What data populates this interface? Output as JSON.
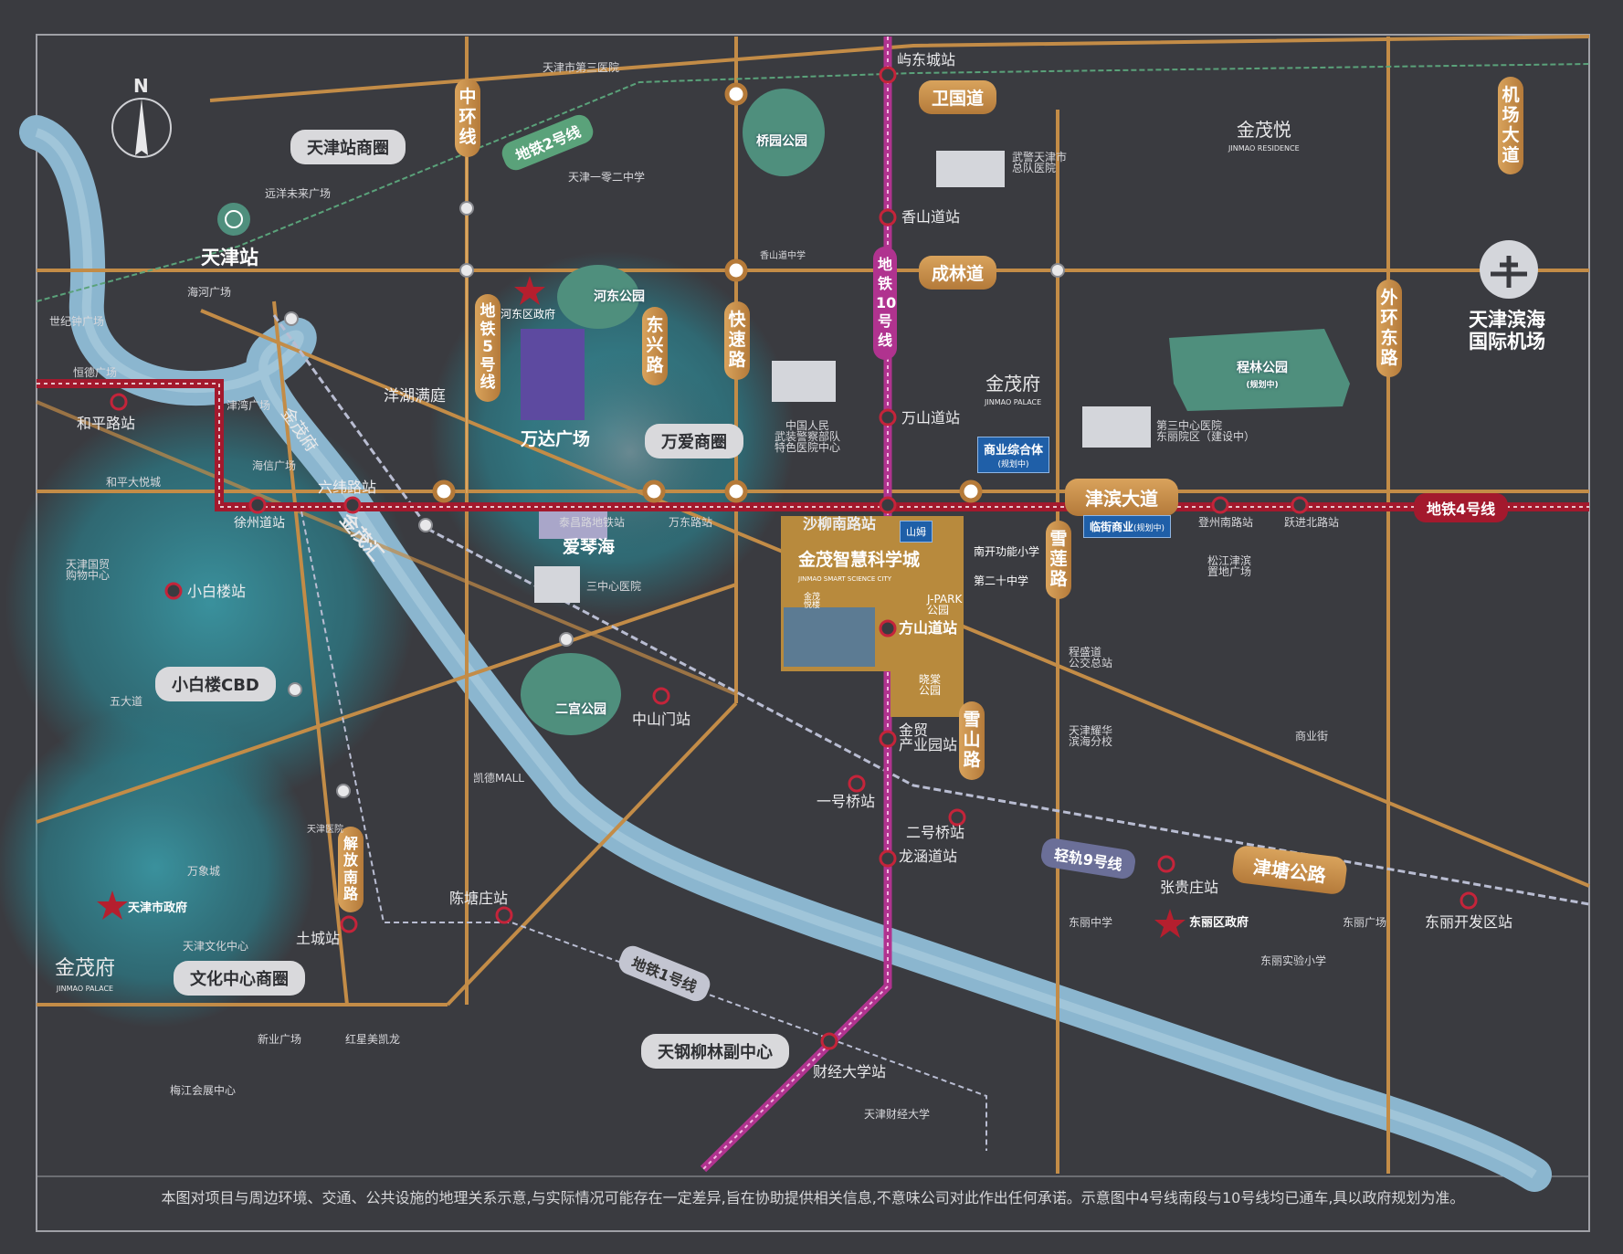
{
  "compass": {
    "label": "N"
  },
  "areas": {
    "tianjin_station_circle": "天津站商圈",
    "wanai": "万爱商圈",
    "xiaobailou": "小白楼CBD",
    "culture_center": "文化中心商圈",
    "tiangang": "天钢柳林副中心"
  },
  "roads": {
    "zhonghuan": "中环线",
    "weiguo": "卫国道",
    "chenglin": "成林道",
    "dongxing": "东兴路",
    "kuaisu": "快速路",
    "jichang": "机场大道",
    "waihuan": "外环东路",
    "jinbin": "津滨大道",
    "xuelian": "雪莲路",
    "xueshan": "雪山路",
    "jiefang": "解放南路",
    "jintang": "津塘公路"
  },
  "metro": {
    "line2": "地铁2号线",
    "line5": "地铁5号线",
    "line10": "地铁10号线",
    "line4": "地铁4号线",
    "line9": "轻轨9号线",
    "line1": "地铁1号线"
  },
  "stations": {
    "yudongcheng": "屿东城站",
    "xiangshandao": "香山道站",
    "wanshandao": "万山道站",
    "shaliunan": "沙柳南路站",
    "fangshandao": "方山道站",
    "jinmao_industrial": "金贸\n产业园站",
    "yihaoqiao": "一号桥站",
    "erhaoqiao": "二号桥站",
    "longhandao": "龙涵道站",
    "zhangguizhuang": "张贵庄站",
    "dongli_dev": "东丽开发区站",
    "heping": "和平路站",
    "liuwei": "六纬路站",
    "xuzhoudao": "徐州道站",
    "xiaobailou": "小白楼站",
    "taichangdao": "泰昌路地铁站",
    "wandong": "万东路站",
    "zhongshanmen": "中山门站",
    "chentangzhuang": "陈塘庄站",
    "tucheng": "土城站",
    "caijing": "财经大学站",
    "dengzhounan": "登州南路站",
    "yuejinbei": "跃进北路站",
    "tianjin_station": "天津站"
  },
  "pois": {
    "hosp3": "天津市第三医院",
    "school102": "天津一零二中学",
    "xiangshan_school": "香山道中学",
    "yuanyang": "远洋未来广场",
    "haihe": "海河广场",
    "shiji": "世纪钟广场",
    "hengde": "恒德广场",
    "jinwan": "津湾广场",
    "haixin": "海信广场",
    "hepingdayue": "和平大悦城",
    "guomao": "天津国贸\n购物中心",
    "wudadao": "五大道",
    "kaide": "凯德MALL",
    "tj_hosp": "天津医院",
    "wanxiang": "万象城",
    "city_gov": "天津市政府",
    "culture": "天津文化中心",
    "xinye": "新业广场",
    "hongxing": "红星美凯龙",
    "meijiang": "梅江会展中心",
    "caijing_univ": "天津财经大学",
    "hedong_gov": "河东区政府",
    "wanda": "万达广场",
    "aiqinhai": "爱琴海",
    "sanzhongxin": "三中心医院",
    "armed_police": "中国人民\n武装警察部队\n特色医院中心",
    "wujing_hosp": "武警天津市\n总队医院",
    "nankai_school": "南开功能小学",
    "school20": "第二十中学",
    "jpark": "J-PARK\n公园",
    "xiaotang": "晓棠\n公园",
    "songjiang": "松江津滨\n置地广场",
    "chengsheng_bus": "程盛道\n公交总站",
    "yaohua": "天津耀华\n滨海分校",
    "commerce_st": "商业街",
    "dongli_school": "东丽中学",
    "dongli_gov": "东丽区政府",
    "dongli_plaza": "东丽广场",
    "dongli_exp": "东丽实验小学",
    "hosp3_dongli": "第三中心医院\n东丽院区（建设中）",
    "yanghu": "洋湖满庭",
    "commercial_complex": "商业综合体",
    "commercial_complex_sub": "(规划中)",
    "linjie": "临街商业",
    "linjie_sub": "(规划中)",
    "shanmu": "山姆",
    "airport": "天津滨海\n国际机场"
  },
  "parks": {
    "qiaoyuan": "桥园公园",
    "hedong": "河东公园",
    "ergong": "二宫公园",
    "chenglin": "程林公园",
    "chenglin_sub": "(规划中)"
  },
  "brands": {
    "jinmao_palace": "金茂府",
    "jinmao_palace_en": "JINMAO PALACE",
    "jinmao_yue": "金茂悦",
    "jinmao_yue_en": "JINMAO RESIDENCE",
    "jinmao_hui": "金茂汇",
    "smart_city": "金茂智慧科学城",
    "smart_city_en": "JINMAO SMART SCIENCE CITY",
    "smart_city_sub": "金茂\n悦楼"
  },
  "disclaimer": "本图对项目与周边环境、交通、公共设施的地理关系示意,与实际情况可能存在一定差异,旨在协助提供相关信息,不意味公司对此作出任何承诺。示意图中4号线南段与10号线均已通车,具以政府规划为准。",
  "colors": {
    "background": "#3a3b40",
    "road": "#c38c47",
    "river": "#8bb6cf",
    "line10": "#b0338f",
    "line4": "#a3192d",
    "line2": "#5aa27a",
    "line1_9": "#b9bdd2",
    "glow": "#2c8c9a",
    "star": "#b51f2e"
  }
}
